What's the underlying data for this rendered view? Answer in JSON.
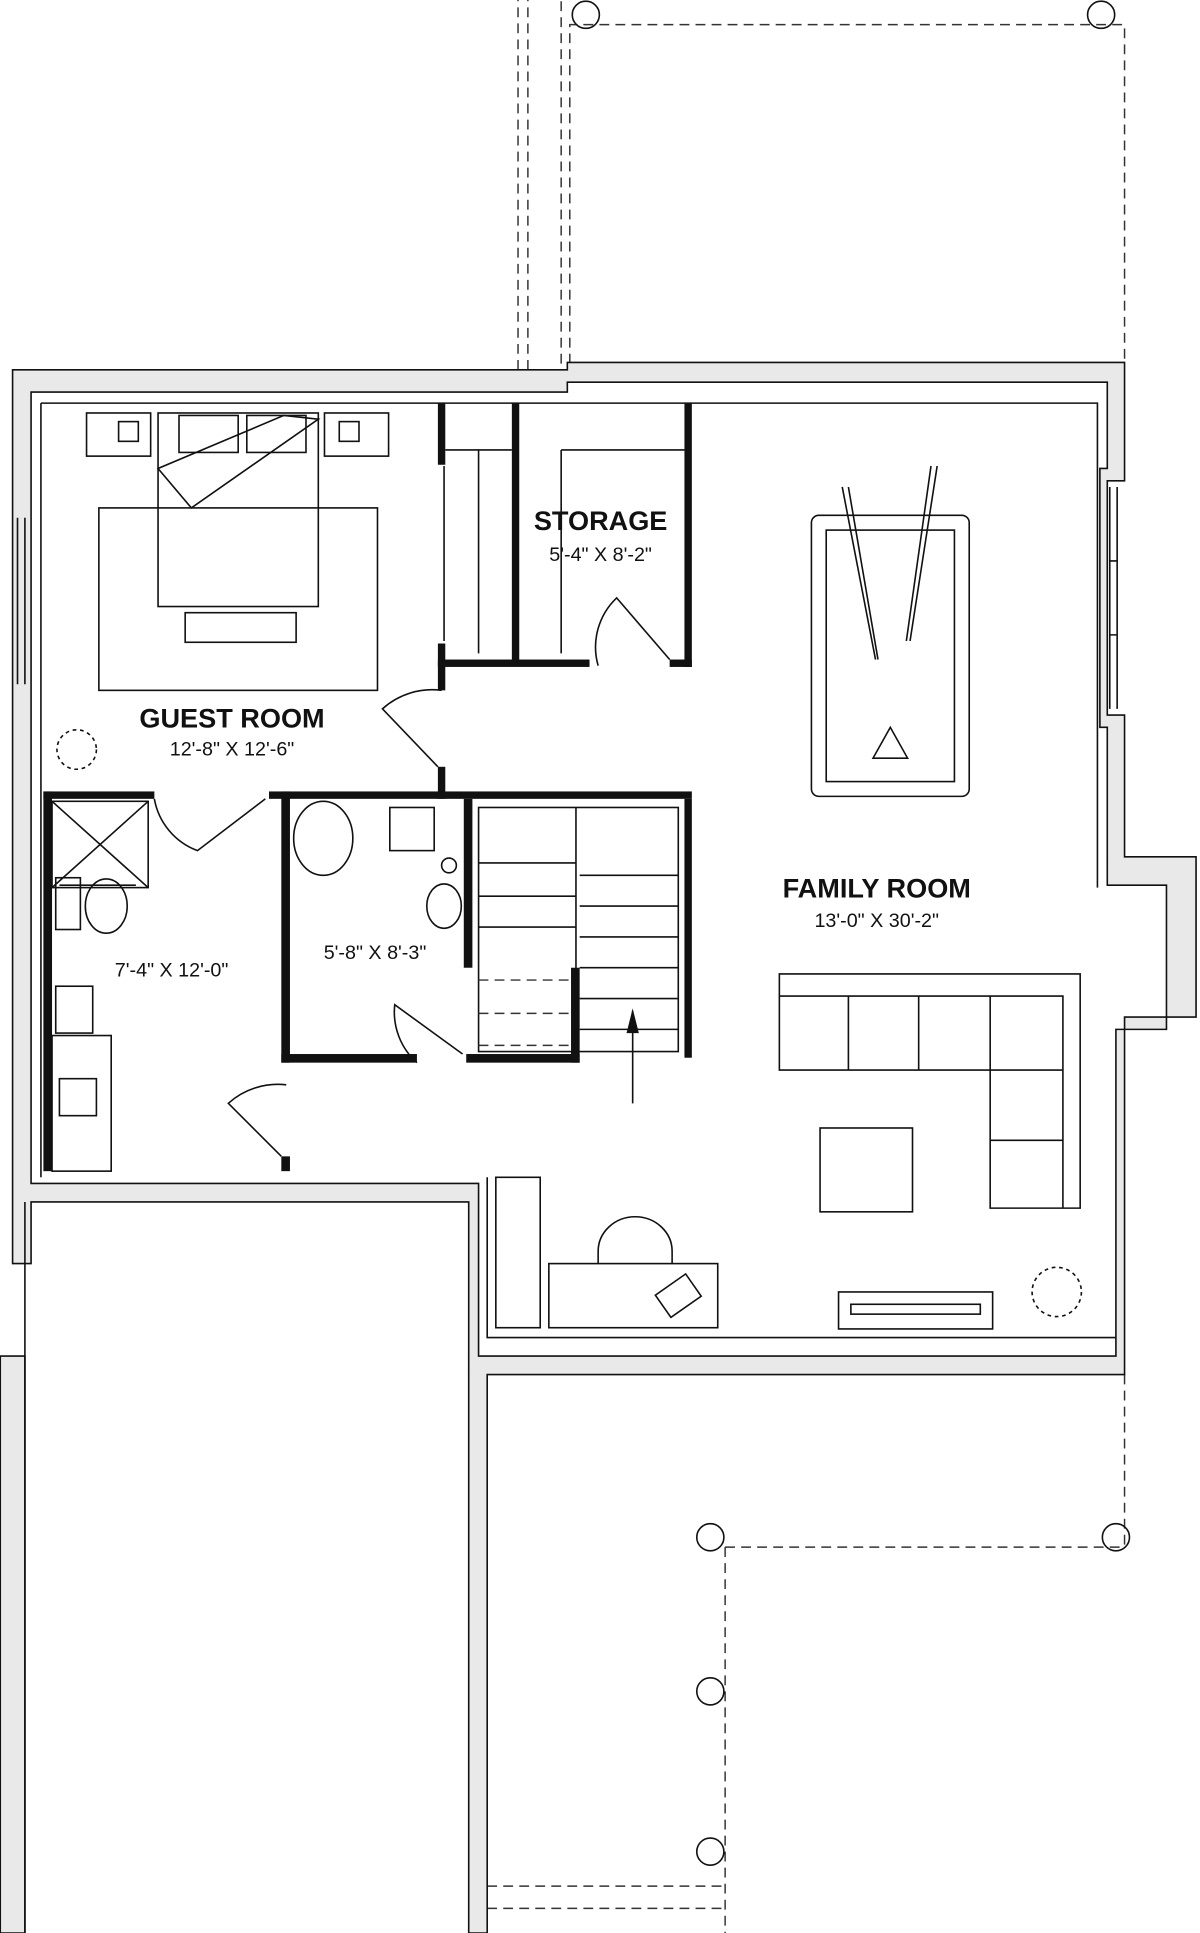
{
  "plan": {
    "rooms": [
      {
        "name": "GUEST ROOM",
        "size": "12'-8\" X 12'-6\""
      },
      {
        "name": "STORAGE",
        "size": "5'-4\" X 8'-2\""
      },
      {
        "name": "FAMILY ROOM",
        "size": "13'-0\" X 30'-2\""
      },
      {
        "name": "",
        "size": "5'-8\" X 8'-3\""
      },
      {
        "name": "",
        "size": "7'-4\" X 12'-0\""
      }
    ]
  }
}
